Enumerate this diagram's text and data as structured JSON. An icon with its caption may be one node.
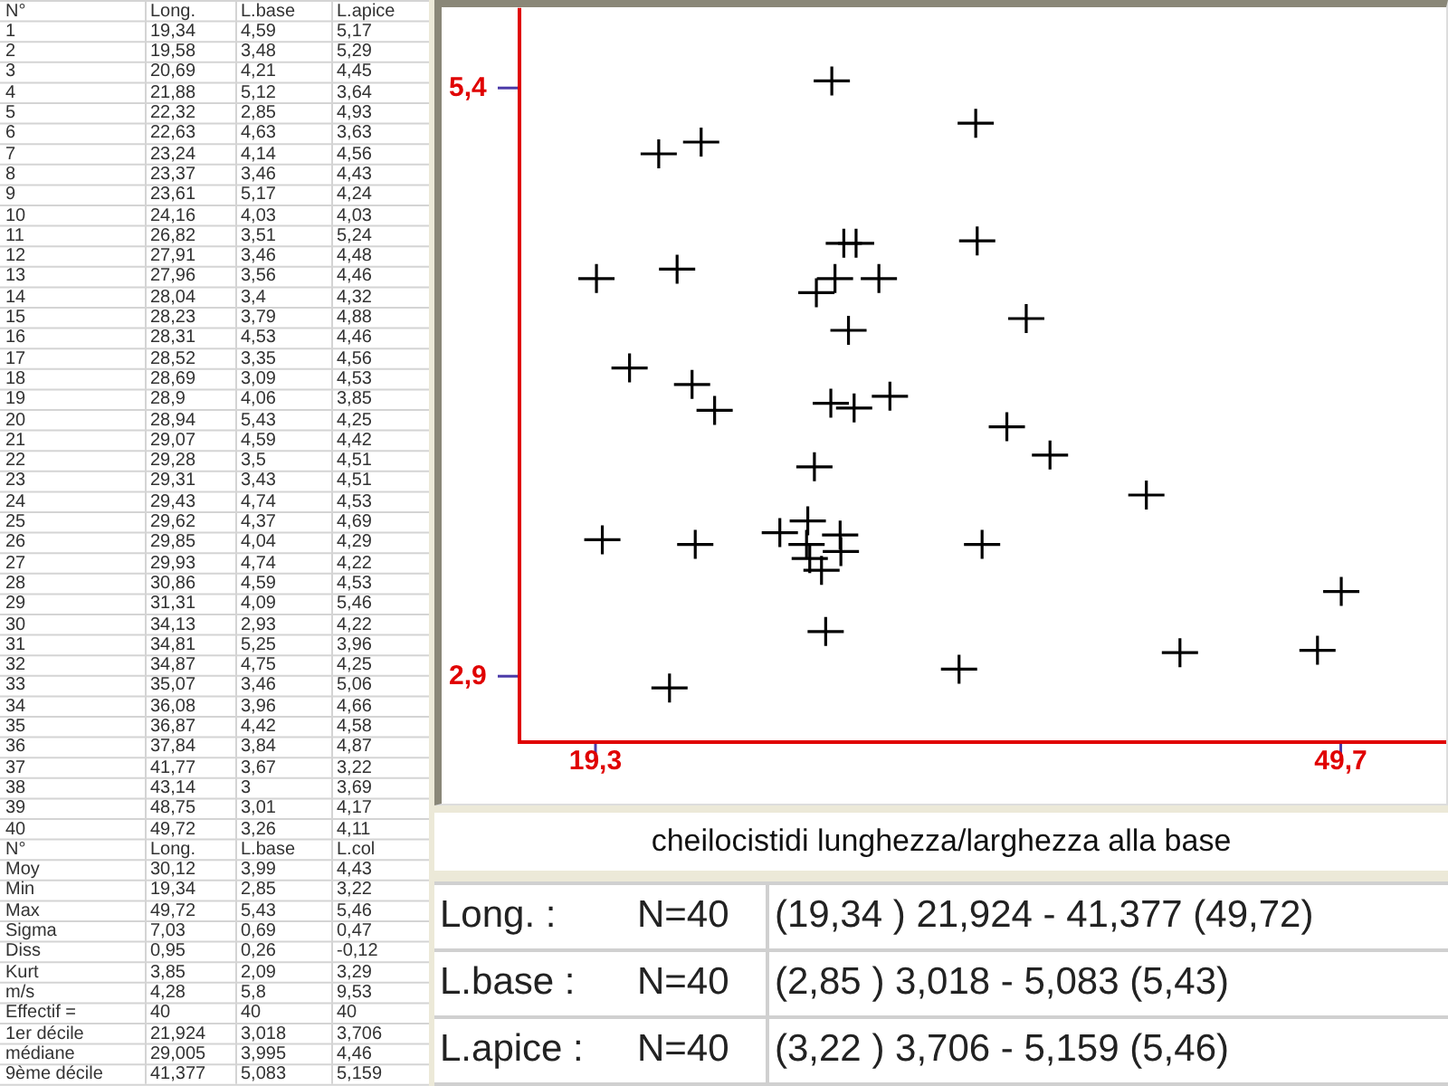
{
  "diagram": {
    "caption": "cheilocistidi lunghezza/larghezza alla base",
    "labels": [
      "N°",
      "Long.",
      "L.base",
      "L.apice",
      "1",
      "19,34",
      "4,59",
      "5,17",
      "2",
      "19,58",
      "3,48",
      "5,29",
      "3",
      "20,69",
      "4,21",
      "4,45",
      "4",
      "21,88",
      "5,12",
      "3,64",
      "5",
      "22,32",
      "2,85",
      "4,93",
      "6",
      "22,63",
      "4,63",
      "3,63",
      "7",
      "23,24",
      "4,14",
      "4,56",
      "8",
      "23,37",
      "3,46",
      "4,43",
      "9",
      "23,61",
      "5,17",
      "4,24",
      "10",
      "24,16",
      "4,03",
      "4,03",
      "11",
      "26,82",
      "3,51",
      "5,24",
      "12",
      "27,91",
      "3,46",
      "4,48",
      "13",
      "27,96",
      "3,56",
      "4,46",
      "14",
      "28,04",
      "3,4",
      "4,32",
      "15",
      "28,23",
      "3,79",
      "4,88",
      "16",
      "28,31",
      "4,53",
      "4,46",
      "17",
      "28,52",
      "3,35",
      "4,56",
      "18",
      "28,69",
      "3,09",
      "4,53",
      "19",
      "28,9",
      "4,06",
      "3,85",
      "20",
      "28,94",
      "5,43",
      "4,25",
      "21",
      "29,07",
      "4,59",
      "4,42",
      "22",
      "29,28",
      "3,5",
      "4,51",
      "23",
      "29,31",
      "3,43",
      "4,51",
      "24",
      "29,43",
      "4,74",
      "4,53",
      "25",
      "29,62",
      "4,37",
      "4,69",
      "26",
      "29,85",
      "4,04",
      "4,29",
      "27",
      "29,93",
      "4,74",
      "4,22",
      "28",
      "30,86",
      "4,59",
      "4,53",
      "29",
      "31,31",
      "4,09",
      "5,46",
      "30",
      "34,13",
      "2,93",
      "4,22",
      "31",
      "34,81",
      "5,25",
      "3,96",
      "32",
      "34,87",
      "4,75",
      "4,25",
      "33",
      "35,07",
      "3,46",
      "5,06",
      "34",
      "36,08",
      "3,96",
      "4,66",
      "35",
      "36,87",
      "4,42",
      "4,58",
      "36",
      "37,84",
      "3,84",
      "4,87",
      "37",
      "41,77",
      "3,67",
      "3,22",
      "38",
      "43,14",
      "3",
      "3,69",
      "39",
      "48,75",
      "3,01",
      "4,17",
      "40",
      "49,72",
      "3,26",
      "4,11",
      "N°",
      "Long.",
      "L.base",
      "L.col",
      "Moy",
      "30,12",
      "3,99",
      "4,43",
      "Min",
      "19,34",
      "2,85",
      "3,22",
      "Max",
      "49,72",
      "5,43",
      "5,46",
      "Sigma",
      "7,03",
      "0,69",
      "0,47",
      "Diss",
      "0,95",
      "0,26",
      "-0,12",
      "Kurt",
      "3,85",
      "2,09",
      "3,29",
      "m/s",
      "4,28",
      "5,8",
      "9,53",
      "Effectif =",
      "40",
      "40",
      "40",
      "1er décile",
      "21,924",
      "3,018",
      "3,706",
      "médiane",
      "29,005",
      "3,995",
      "4,46",
      "9ème décile",
      "41,377",
      "5,083",
      "5,159",
      "Long. :",
      "N=40",
      "(19,34 ) 21,924 - 41,377 (49,72)",
      "L.base :",
      "N=40",
      "(2,85 ) 3,018 - 5,083 (5,43)",
      "L.apice :",
      "N=40",
      "(3,22 ) 3,706 - 5,159 (5,46)"
    ],
    "chart_data": {
      "type": "scatter",
      "x": [
        19.34,
        19.58,
        20.69,
        21.88,
        22.32,
        22.63,
        23.24,
        23.37,
        23.61,
        24.16,
        26.82,
        27.91,
        27.96,
        28.04,
        28.23,
        28.31,
        28.52,
        28.69,
        28.9,
        28.94,
        29.07,
        29.28,
        29.31,
        29.43,
        29.62,
        29.85,
        29.93,
        30.86,
        31.31,
        34.13,
        34.81,
        34.87,
        35.07,
        36.08,
        36.87,
        37.84,
        41.77,
        43.14,
        48.75,
        49.72
      ],
      "values": [
        4.59,
        3.48,
        4.21,
        5.12,
        2.85,
        4.63,
        4.14,
        3.46,
        5.17,
        4.03,
        3.51,
        3.46,
        3.56,
        3.4,
        3.79,
        4.53,
        3.35,
        3.09,
        4.06,
        5.43,
        4.59,
        3.5,
        3.43,
        4.74,
        4.37,
        4.04,
        4.74,
        4.59,
        4.09,
        2.93,
        5.25,
        4.75,
        3.46,
        3.96,
        4.42,
        3.84,
        3.67,
        3,
        3.01,
        3.26
      ],
      "xlim": [
        16.2,
        54
      ],
      "ylim": [
        2.62,
        5.74
      ],
      "xticks": [
        {
          "value": 19.3,
          "label": "19,3"
        },
        {
          "value": 49.7,
          "label": "49,7"
        }
      ],
      "yticks": [
        {
          "value": 2.9,
          "label": "2,9"
        },
        {
          "value": 5.4,
          "label": "5,4"
        }
      ]
    }
  }
}
